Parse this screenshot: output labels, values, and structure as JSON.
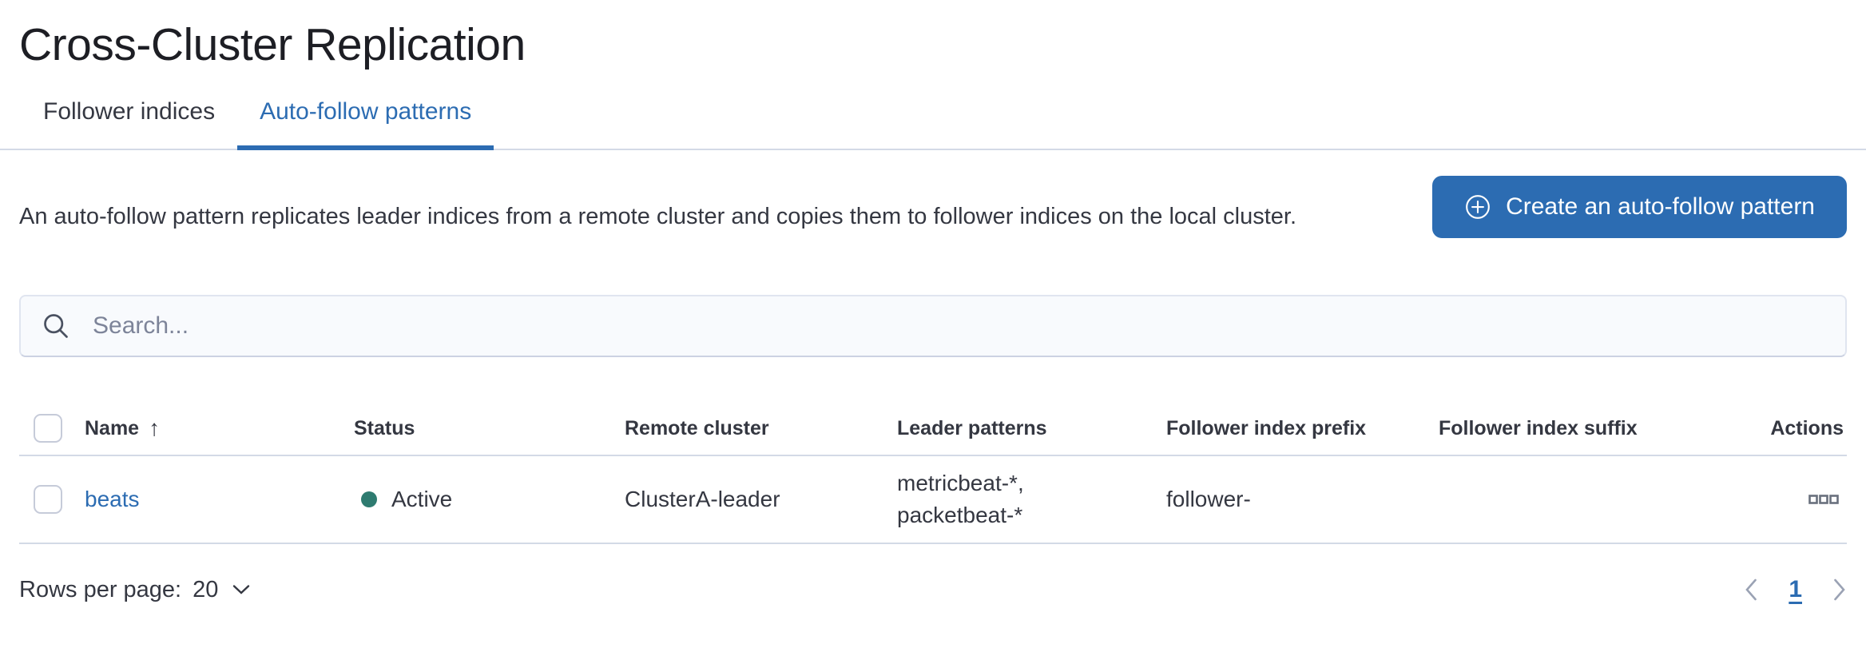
{
  "page": {
    "title": "Cross-Cluster Replication"
  },
  "tabs": {
    "follower_indices": "Follower indices",
    "auto_follow_patterns": "Auto-follow patterns",
    "active": "Auto-follow patterns"
  },
  "description": "An auto-follow pattern replicates leader indices from a remote cluster and copies them to follower indices on the local cluster.",
  "toolbar": {
    "create_button_label": "Create an auto-follow pattern"
  },
  "search": {
    "placeholder": "Search...",
    "value": ""
  },
  "table": {
    "columns": {
      "name": "Name",
      "status": "Status",
      "remote_cluster": "Remote cluster",
      "leader_patterns": "Leader patterns",
      "follower_index_prefix": "Follower index prefix",
      "follower_index_suffix": "Follower index suffix",
      "actions": "Actions"
    },
    "sort": {
      "column": "Name",
      "direction": "ascending",
      "arrow": "↑"
    },
    "rows": [
      {
        "name": "beats",
        "status": "Active",
        "remote_cluster": "ClusterA-leader",
        "leader_patterns_line1": "metricbeat-*,",
        "leader_patterns_line2": "packetbeat-*",
        "follower_index_prefix": "follower-",
        "follower_index_suffix": ""
      }
    ]
  },
  "pagination": {
    "rows_per_page_label": "Rows per page:",
    "rows_per_page_value": "20",
    "current_page": "1"
  },
  "colors": {
    "accent": "#2c6cb2",
    "status_active_dot": "#2e7b70",
    "text": "#343741",
    "divider": "#d3dae6"
  }
}
